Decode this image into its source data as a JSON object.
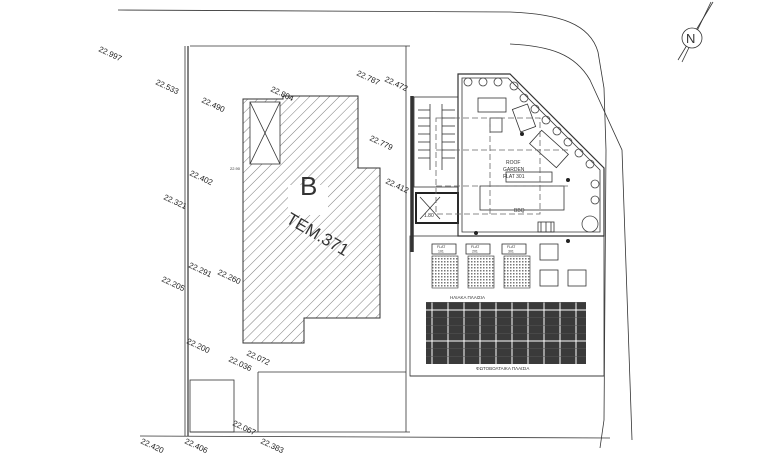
{
  "compass": {
    "letter": "N"
  },
  "plot": {
    "letter": "B",
    "number": "ΤΕΜ.371"
  },
  "levels": [
    "22.997",
    "22.533",
    "22.490",
    "22.804",
    "22.787",
    "22.472",
    "22.779",
    "22.412",
    "22.402",
    "22.321",
    "22.291",
    "22.260",
    "22.205",
    "22.200",
    "22.072",
    "22.036",
    "22.067",
    "22.383",
    "22.420",
    "22.406"
  ],
  "labels": {
    "roof_garden_line1": "ROOF",
    "roof_garden_line2": "GARDEN",
    "roof_garden_line3": "FLAT 301",
    "bbq": "BBQ",
    "stair_dim": "1.80",
    "small_text": "22.90",
    "flat1": "FLAT",
    "flat1_no": "101",
    "flat2": "FLAT",
    "flat2_no": "201",
    "flat3": "FLAT",
    "flat3_no": "301",
    "solar_panels": "ΗΛΙΑΚΑ ΠΛΑΙΣΙΑ",
    "pv_panels": "ΦΩΤΟΒΟΛΤΑΙΚΑ ΠΛΑΙΣΙΑ"
  }
}
